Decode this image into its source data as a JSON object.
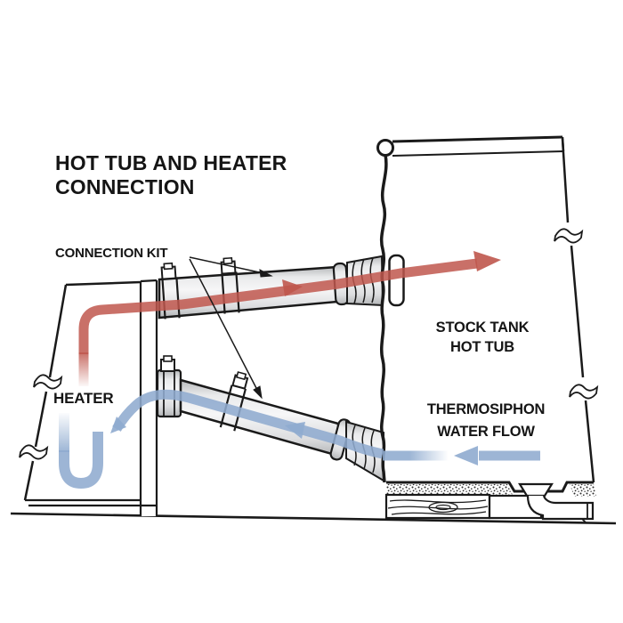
{
  "title": {
    "line1": "HOT TUB AND HEATER",
    "line2": "CONNECTION"
  },
  "labels": {
    "connection_kit": "CONNECTION KIT",
    "heater": "HEATER",
    "stock_tank": {
      "line1": "STOCK TANK",
      "line2": "HOT TUB"
    },
    "thermosiphon": {
      "line1": "THERMOSIPHON",
      "line2": "WATER FLOW"
    }
  },
  "colors": {
    "hot_flow": "#bf574d",
    "cold_flow": "#8fabcf",
    "line_art": "#1a1a1a",
    "text": "#151515",
    "background": "#ffffff"
  }
}
